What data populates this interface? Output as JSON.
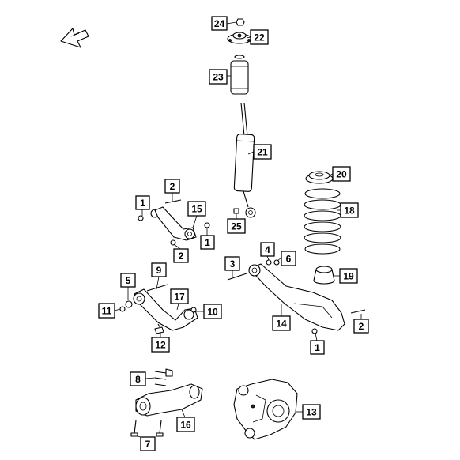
{
  "diagram": {
    "callouts": {
      "c24": "24",
      "c22": "22",
      "c23": "23",
      "c21": "21",
      "c20": "20",
      "c18": "18",
      "c19": "19",
      "c25": "25",
      "c2a": "2",
      "c1a": "1",
      "c15": "15",
      "c1b": "1",
      "c2b": "2",
      "c4": "4",
      "c6": "6",
      "c3": "3",
      "c9": "9",
      "c5": "5",
      "c17": "17",
      "c11": "11",
      "c10": "10",
      "c12": "12",
      "c14": "14",
      "c2c": "2",
      "c1c": "1",
      "c8": "8",
      "c7": "7",
      "c16": "16",
      "c13": "13"
    }
  }
}
